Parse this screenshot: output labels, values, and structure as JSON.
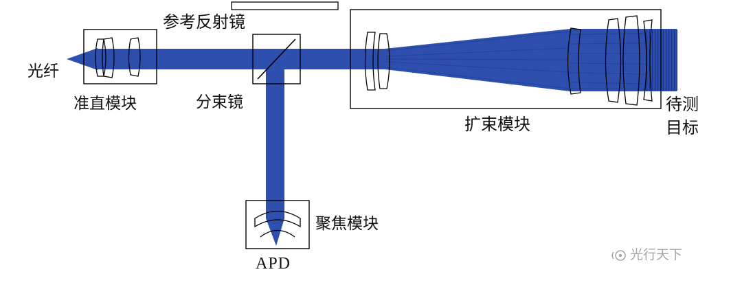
{
  "diagram": {
    "labels": {
      "fiber": "光纤",
      "collimation": "准直模块",
      "reference_mirror": "参考反射镜",
      "beam_splitter": "分束镜",
      "expander": "扩束模块",
      "target_line1": "待测",
      "target_line2": "目标",
      "focusing": "聚焦模块",
      "apd": "APD"
    },
    "colors": {
      "beam": "#2e4fae",
      "beam_dark": "#1b3588",
      "outline": "#000000",
      "watermark": "#a6a6a6",
      "background": "#ffffff"
    },
    "watermark": {
      "text": "光行天下",
      "icon": "lens-logo-icon"
    }
  }
}
